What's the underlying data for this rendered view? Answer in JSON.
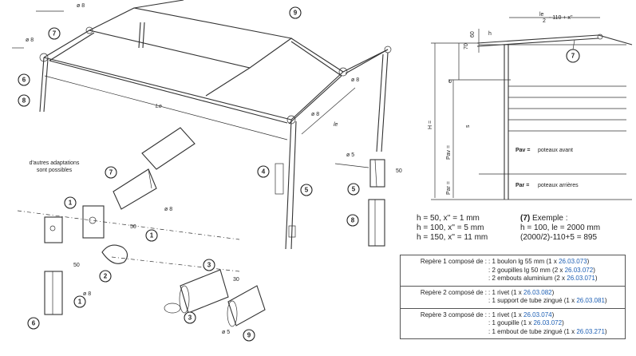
{
  "callouts": {
    "n1": "1",
    "n2": "2",
    "n3": "3",
    "n4": "4",
    "n5": "5",
    "n6": "6",
    "n7": "7",
    "n8": "8",
    "n9": "9"
  },
  "dims": {
    "phi8": "ø 8",
    "phi5": "ø 5",
    "le_frame": "Le",
    "le_side": "le",
    "d50": "50",
    "d30": "30"
  },
  "adaptation_note": [
    "d'autres adaptations",
    "sont possibles"
  ],
  "section": {
    "top_formula": "le / 2 - 110 + x''",
    "le_label": "le",
    "le_denom": "2",
    "le_rest": "- 110 + x''",
    "d60": "60",
    "h_label": "h",
    "d70": "70",
    "e_label": "e",
    "s_label": "s",
    "H_label": "H =",
    "Pav_label": "Pav =",
    "Par_label": "Par =",
    "pav_legend_key": "Pav =",
    "pav_legend_text": "poteaux avant",
    "par_legend_key": "Par =",
    "par_legend_text": "poteaux arrières"
  },
  "formulas": {
    "left": [
      "h = 50, x'' = 1 mm",
      "h = 100, x'' = 5 mm",
      "h = 150, x'' = 11 mm"
    ],
    "example_num": "(7)",
    "example_title": "Exemple :",
    "right": [
      "h = 100, le = 2000 mm",
      "(2000/2)-110+5 = 895"
    ]
  },
  "parts": [
    {
      "label": "Repère 1 composé de :",
      "items": [
        {
          "text": "1 boulon lg 55 mm (1 x ",
          "ref": "26.03.073",
          "end": ")"
        },
        {
          "text": "2 goupilles lg 50 mm (2 x ",
          "ref": "26.03.072",
          "end": ")"
        },
        {
          "text": "2 embouts aluminium (2 x ",
          "ref": "26.03.071",
          "end": ")"
        }
      ]
    },
    {
      "label": "Repère 2 composé de :",
      "items": [
        {
          "text": "1 rivet (1 x ",
          "ref": "26.03.082",
          "end": ")"
        },
        {
          "text": "1 support de tube zingué (1 x ",
          "ref": "26.03.081",
          "end": ")"
        }
      ]
    },
    {
      "label": "Repère 3 composé de :",
      "items": [
        {
          "text": "1 rivet (1 x ",
          "ref": "26.03.074",
          "end": ")"
        },
        {
          "text": "1 goupille (1 x ",
          "ref": "26.03.072",
          "end": ")"
        },
        {
          "text": "1 embout de tube zingué (1 x ",
          "ref": "26.03.271",
          "end": ")"
        }
      ]
    }
  ]
}
